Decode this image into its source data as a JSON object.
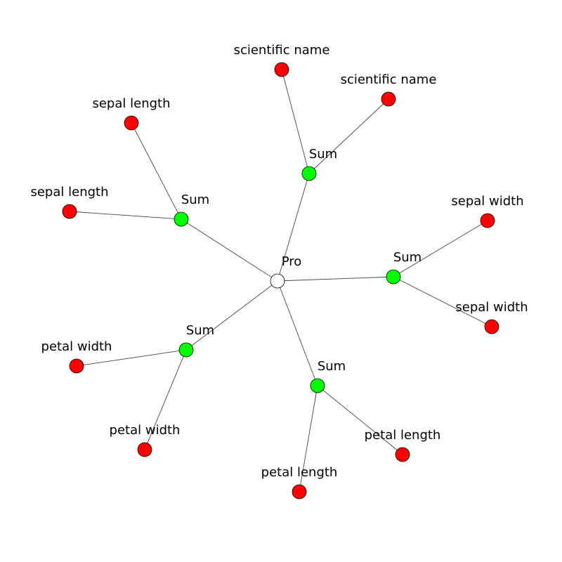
{
  "colors": {
    "product": "#ffffff",
    "sum": "#00ff00",
    "leaf": "#ff0000"
  },
  "root": {
    "id": "pro",
    "label": "Pro",
    "type": "product"
  },
  "sums": [
    {
      "id": "sum-sepal-length",
      "label": "Sum",
      "type": "sum"
    },
    {
      "id": "sum-scientific-name",
      "label": "Sum",
      "type": "sum"
    },
    {
      "id": "sum-sepal-width",
      "label": "Sum",
      "type": "sum"
    },
    {
      "id": "sum-petal-length",
      "label": "Sum",
      "type": "sum"
    },
    {
      "id": "sum-petal-width",
      "label": "Sum",
      "type": "sum"
    }
  ],
  "leaves": [
    {
      "id": "leaf-sepal-length-1",
      "label": "sepal length",
      "parent": "sum-sepal-length",
      "type": "leaf"
    },
    {
      "id": "leaf-sepal-length-2",
      "label": "sepal length",
      "parent": "sum-sepal-length",
      "type": "leaf"
    },
    {
      "id": "leaf-scientific-name-1",
      "label": "scientific name",
      "parent": "sum-scientific-name",
      "type": "leaf"
    },
    {
      "id": "leaf-scientific-name-2",
      "label": "scientific name",
      "parent": "sum-scientific-name",
      "type": "leaf"
    },
    {
      "id": "leaf-sepal-width-1",
      "label": "sepal width",
      "parent": "sum-sepal-width",
      "type": "leaf"
    },
    {
      "id": "leaf-sepal-width-2",
      "label": "sepal width",
      "parent": "sum-sepal-width",
      "type": "leaf"
    },
    {
      "id": "leaf-petal-length-1",
      "label": "petal length",
      "parent": "sum-petal-length",
      "type": "leaf"
    },
    {
      "id": "leaf-petal-length-2",
      "label": "petal length",
      "parent": "sum-petal-length",
      "type": "leaf"
    },
    {
      "id": "leaf-petal-width-1",
      "label": "petal width",
      "parent": "sum-petal-width",
      "type": "leaf"
    },
    {
      "id": "leaf-petal-width-2",
      "label": "petal width",
      "parent": "sum-petal-width",
      "type": "leaf"
    }
  ]
}
